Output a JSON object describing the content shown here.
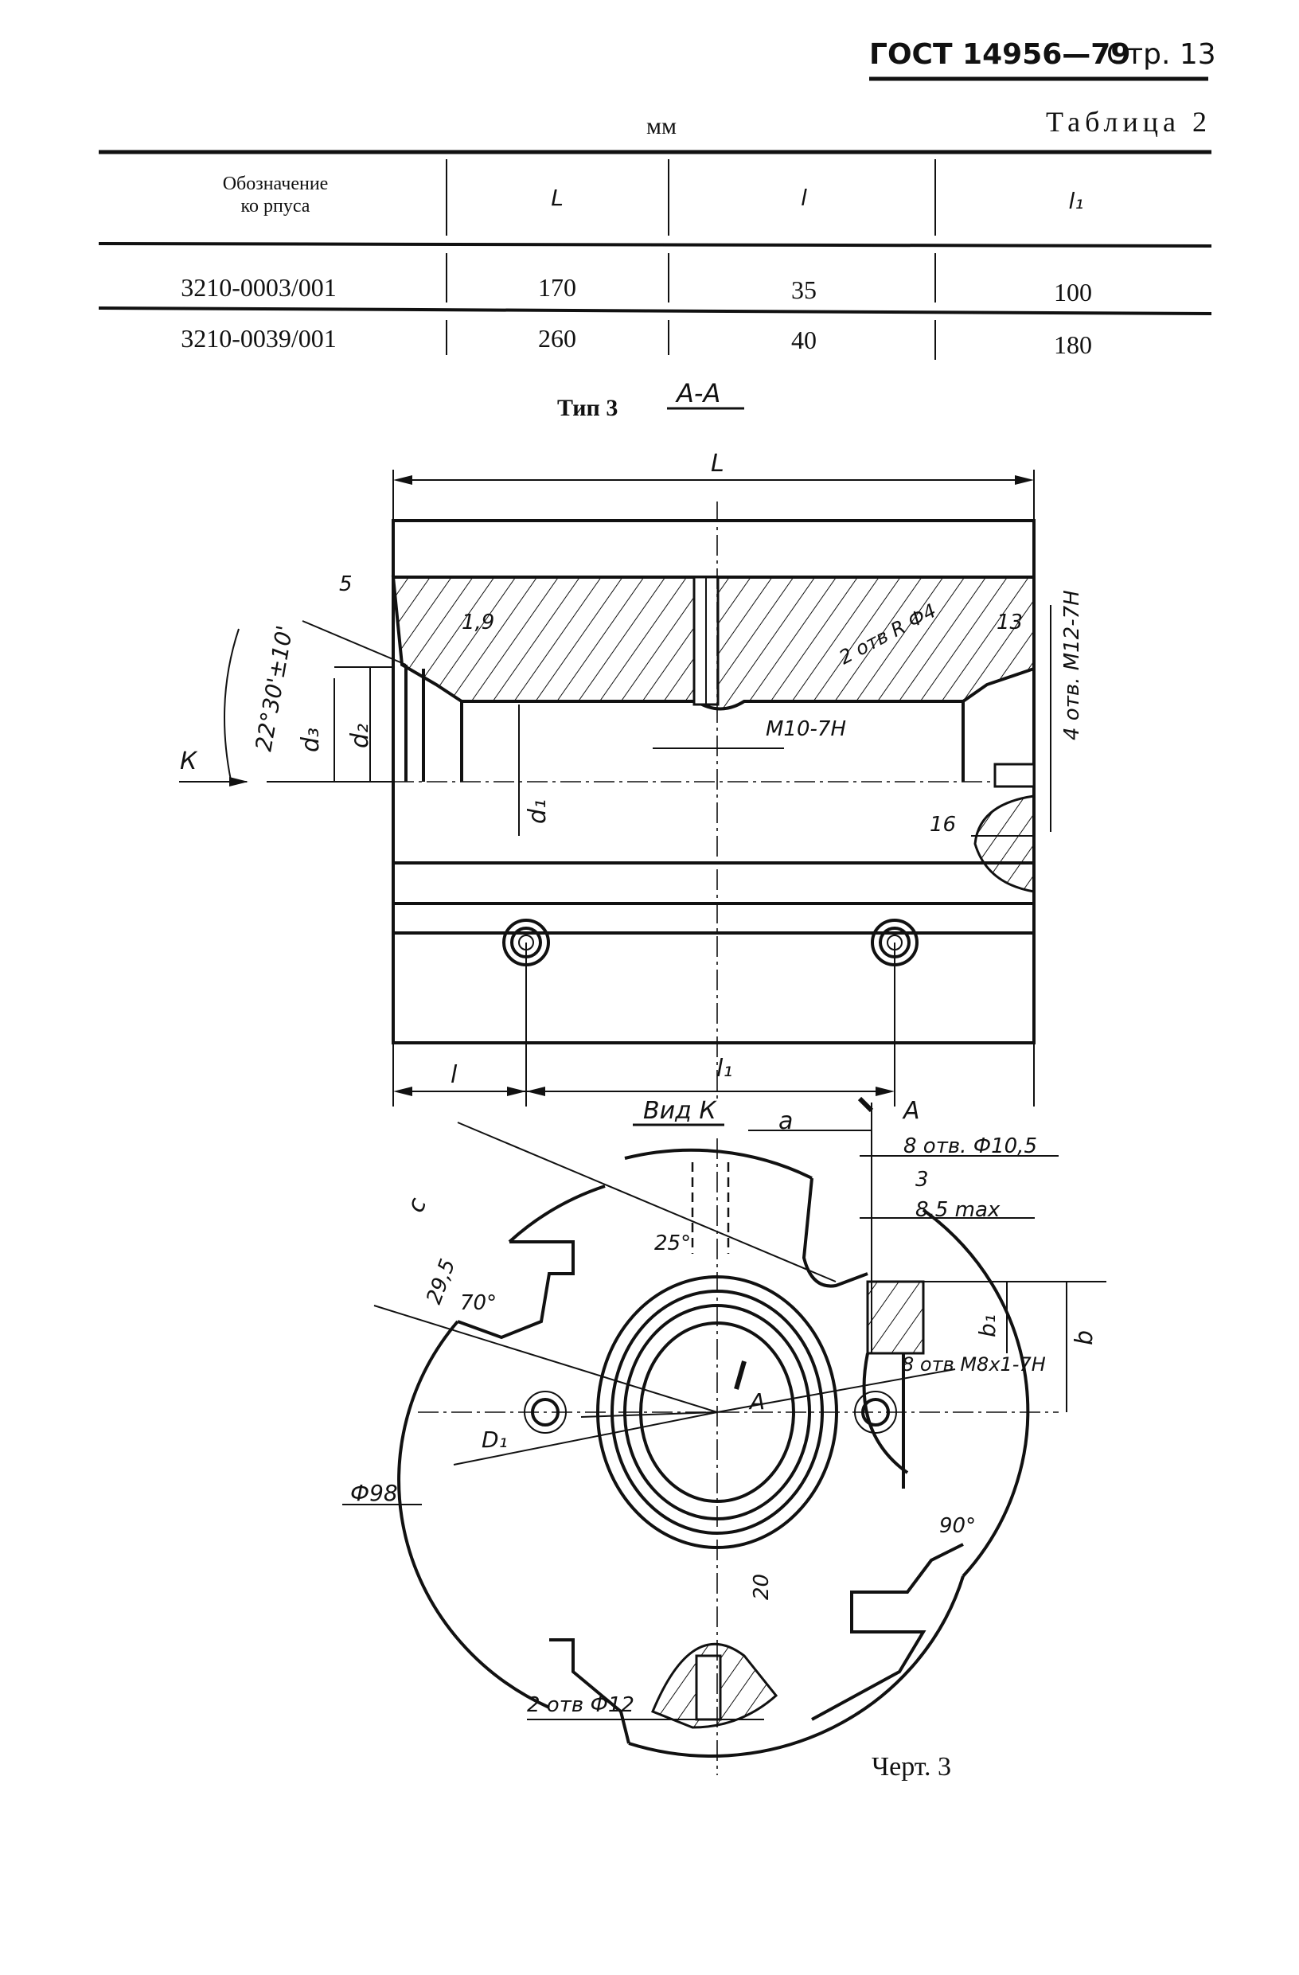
{
  "header": {
    "standard": "ГОСТ 14956—79",
    "page": "Стр. 13"
  },
  "table": {
    "units": "мм",
    "caption": "Таблица 2",
    "columns": [
      "Обозначение",
      "ко рпуса",
      "L",
      "l",
      "l₁"
    ],
    "rows": [
      [
        "3210-0003/001",
        "170",
        "35",
        "100"
      ],
      [
        "3210-0039/001",
        "260",
        "40",
        "180"
      ]
    ]
  },
  "figure": {
    "type_label": "Тип 3",
    "section_label": "А-А",
    "caption": "Черт. 3",
    "view_label": "Вид К",
    "labels": {
      "L": "L",
      "five": "5",
      "one_nine": "1,9",
      "angle": "22°30'±10'",
      "d3": "d₃",
      "d2": "d₂",
      "d1": "d₁",
      "K": "К",
      "holes_r4": "2 отв R Ф4",
      "thirteen": "13",
      "m10": "М10-7Н",
      "holes_m12": "4 отв. М12-7Н",
      "sixteen": "16",
      "l": "l",
      "l1": "l₁",
      "A_top": "А",
      "a": "a",
      "holes_d105": "8 отв. Ф10,5",
      "three": "3",
      "max85": "8,5 max",
      "c": "c",
      "d295": "29,5",
      "ang70": "70°",
      "ang25": "25°",
      "b1": "b₁",
      "b": "b",
      "holes_m8": "8 отв  М8х1-7Н",
      "A_center": "А",
      "D1": "D₁",
      "d98": "Ф98",
      "ang90": "90°",
      "twenty": "20",
      "holes_d12": "2 отв  Ф12"
    }
  }
}
